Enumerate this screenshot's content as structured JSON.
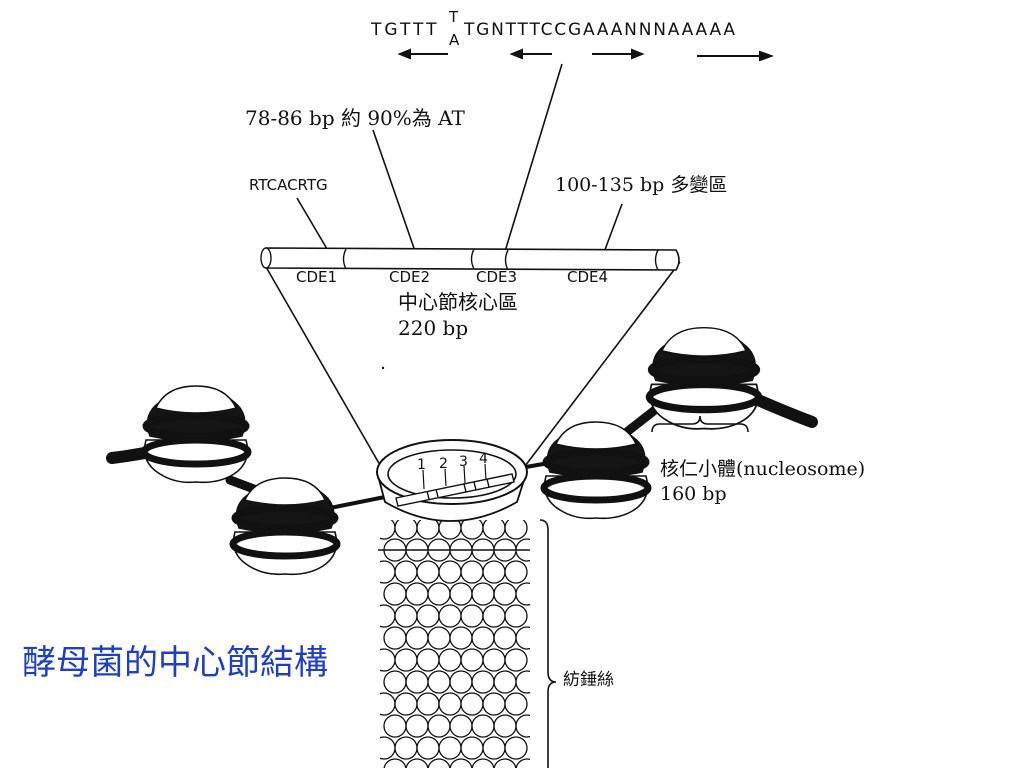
{
  "sequence": {
    "left": "TGTTT",
    "top_base": "T",
    "bottom_base": "A",
    "right": "TGNTTTCCGAAANNNAAAAA"
  },
  "labels": {
    "cde1_note": "78-86 bp 約 90%為 AT",
    "cde1_motif": "RTCACRTG",
    "cde4_note": "100-135 bp 多變區",
    "cde1": "CDE1",
    "cde2": "CDE2",
    "cde3": "CDE3",
    "cde4": "CDE4",
    "core_region": "中心節核心區",
    "core_size": "220 bp",
    "nucleosome_name": "核仁小體(nucleosome)",
    "nucleosome_size": "160 bp",
    "ring_numbers": [
      "1",
      "2",
      "3",
      "4"
    ],
    "spindle": "紡錘絲"
  },
  "title": "酵母菌的中心節結構",
  "colors": {
    "title": "#1f3fbf",
    "ink": "#111111",
    "background": "#ffffff"
  }
}
